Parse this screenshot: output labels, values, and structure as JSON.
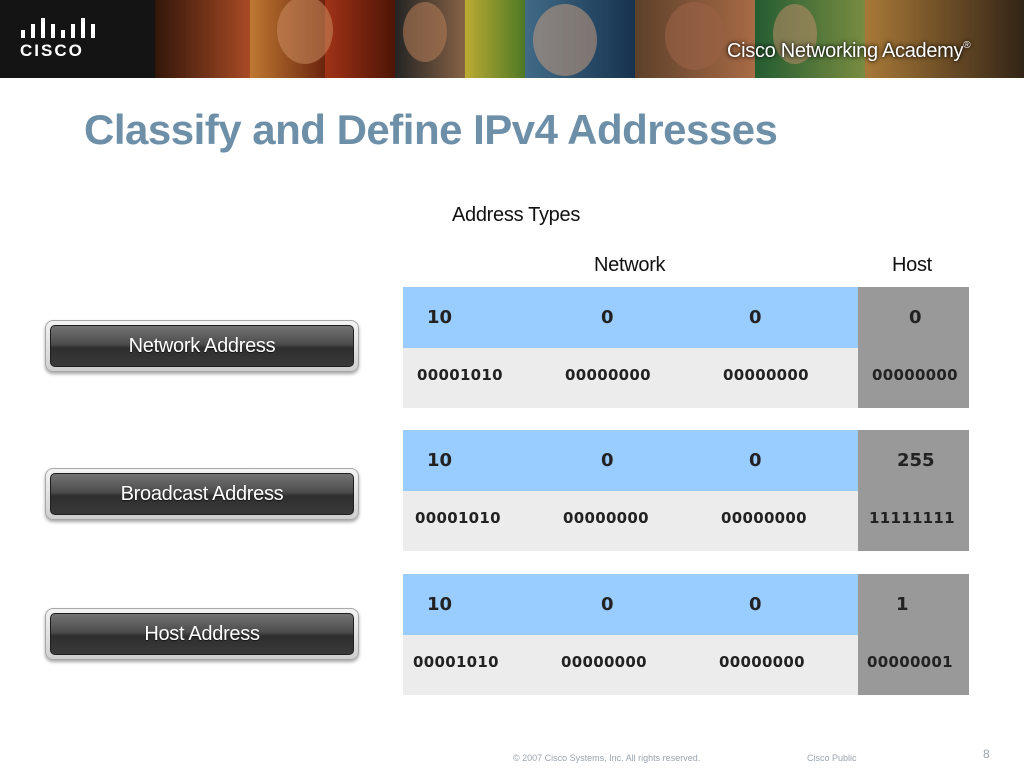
{
  "header": {
    "logo_text": "CISCO",
    "academy_name": "Cisco Networking Academy",
    "academy_mark": "®"
  },
  "slide": {
    "title": "Classify and Define IPv4 Addresses"
  },
  "table": {
    "title": "Address Types",
    "col_network": "Network",
    "col_host": "Host"
  },
  "rows": [
    {
      "label": "Network Address",
      "decimal": [
        "10",
        "0",
        "0",
        "0"
      ],
      "binary": [
        "00001010",
        "00000000",
        "00000000",
        "00000000"
      ]
    },
    {
      "label": "Broadcast Address",
      "decimal": [
        "10",
        "0",
        "0",
        "255"
      ],
      "binary": [
        "00001010",
        "00000000",
        "00000000",
        "11111111"
      ]
    },
    {
      "label": "Host Address",
      "decimal": [
        "10",
        "0",
        "0",
        "1"
      ],
      "binary": [
        "00001010",
        "00000000",
        "00000000",
        "00000001"
      ]
    }
  ],
  "colors": {
    "title": "#6e8fa8",
    "network_cells": "#99ccff",
    "binary_cells": "#ececec",
    "host_cells": "#999999"
  },
  "footer": {
    "copyright": "© 2007 Cisco Systems, Inc. All rights reserved.",
    "classification": "Cisco Public",
    "page_number": "8"
  }
}
